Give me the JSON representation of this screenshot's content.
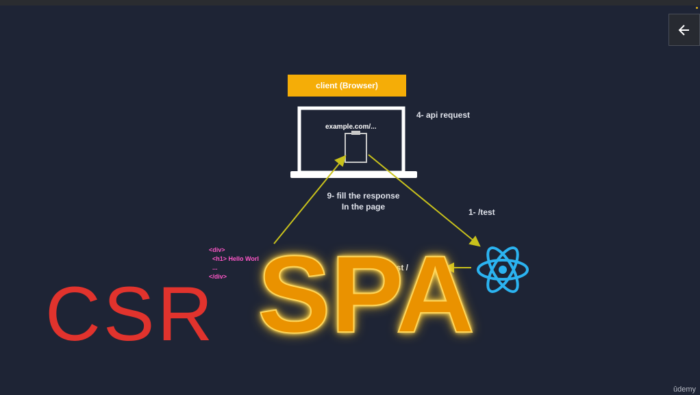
{
  "slide": {
    "client_label": "client (Browser)",
    "url": "example.com/...",
    "step4": "4- api request",
    "step9_line1": "9- fill the response",
    "step9_line2": "In the page",
    "step1": "1- /test",
    "partial_request": "est /",
    "code_snippet": "<div>\n  <h1> Hello Worl\n  ...\n</div>",
    "overlay_left": "CSR",
    "overlay_center": "SPA",
    "brand": "ûdemy"
  },
  "colors": {
    "background": "#1e2435",
    "client_box": "#f5ad07",
    "arrows": "#c9c21c",
    "csr_text": "#e1332d",
    "spa_fill": "#ea9200",
    "code_text": "#ff57c8",
    "react_logo": "#2bb3f0"
  },
  "icons": {
    "back": "arrow-left-icon",
    "laptop": "laptop-icon",
    "document": "clipboard-icon",
    "framework": "react-logo-icon"
  }
}
